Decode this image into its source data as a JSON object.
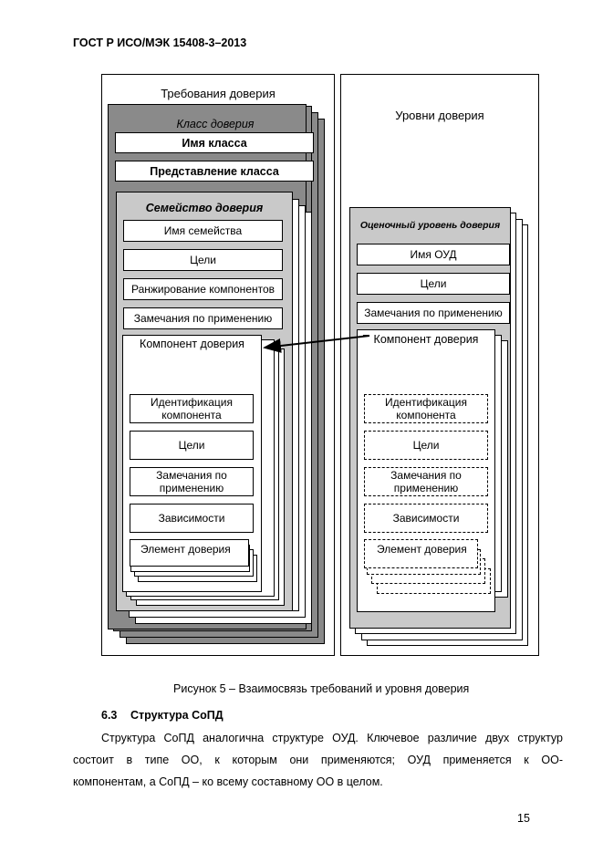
{
  "header": {
    "doc_id": "ГОСТ Р ИСО/МЭК 15408-3–2013"
  },
  "figure": {
    "left_title": "Требования доверия",
    "right_title": "Уровни доверия",
    "class_title": "Класс доверия",
    "class_name": "Имя класса",
    "class_repr": "Представление класса",
    "family_title": "Семейство доверия",
    "family_items": [
      "Имя семейства",
      "Цели",
      "Ранжирование компонентов",
      "Замечания по применению"
    ],
    "component_title": "Компонент доверия",
    "component_items": [
      "Идентификация компонента",
      "Цели",
      "Замечания по применению",
      "Зависимости"
    ],
    "element_title": "Элемент доверия",
    "eal_title": "Оценочный уровень доверия",
    "eal_items": [
      "Имя ОУД",
      "Цели",
      "Замечания по применению"
    ],
    "eal_component_title": "Компонент доверия",
    "eal_component_items": [
      "Идентификация компонента",
      "Цели",
      "Замечания по применению",
      "Зависимости"
    ],
    "eal_element_title": "Элемент доверия"
  },
  "caption": "Рисунок 5 – Взаимосвязь требований и уровня доверия",
  "section": {
    "number": "6.3",
    "title": "Структура СоПД"
  },
  "paragraph": {
    "line1": "Структура СоПД аналогична структуре ОУД. Ключевое различие двух структур",
    "line2": "состоит в типе ОО, к которым они применяются; ОУД применяется к ОО-",
    "line3": "компонентам, а СоПД – ко всему составному ОО в целом."
  },
  "page_number": "15"
}
